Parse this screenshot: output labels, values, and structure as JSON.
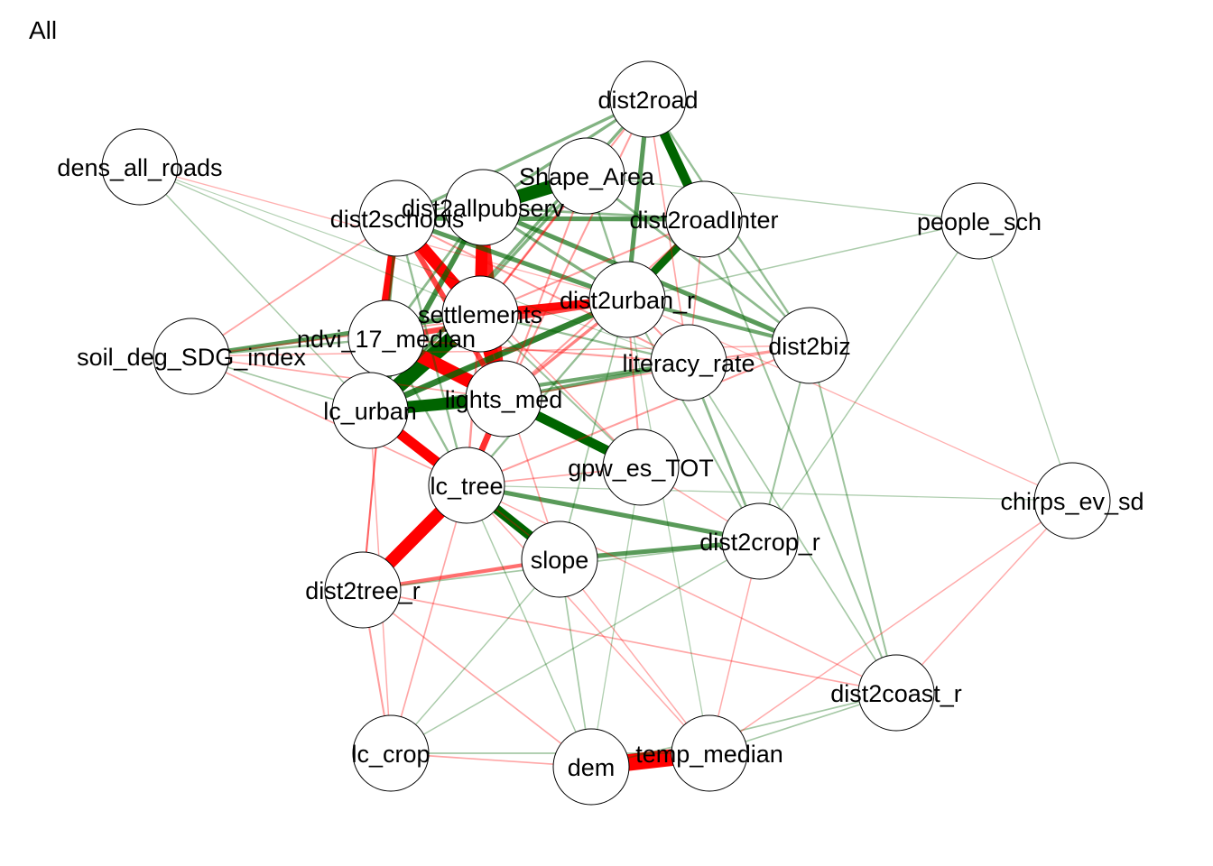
{
  "title": "All",
  "colors": {
    "positive": "#006400",
    "negative": "#FF0000",
    "node_fill": "#FFFFFF",
    "node_stroke": "#000000"
  },
  "nodes": [
    {
      "id": "dist2road",
      "label": "dist2road"
    },
    {
      "id": "dens_all_roads",
      "label": "dens_all_roads"
    },
    {
      "id": "Shape_Area",
      "label": "Shape_Area"
    },
    {
      "id": "dist2allpubserv",
      "label": "dist2allpubserv"
    },
    {
      "id": "dist2schools",
      "label": "dist2schools"
    },
    {
      "id": "dist2roadInter",
      "label": "dist2roadInter"
    },
    {
      "id": "people_sch",
      "label": "people_sch"
    },
    {
      "id": "settlements",
      "label": "settlements"
    },
    {
      "id": "dist2urban_r",
      "label": "dist2urban_r"
    },
    {
      "id": "ndvi_17_median",
      "label": "ndvi_17_median"
    },
    {
      "id": "soil_deg_SDG_index",
      "label": "soil_deg_SDG_index"
    },
    {
      "id": "dist2biz",
      "label": "dist2biz"
    },
    {
      "id": "literacy_rate",
      "label": "literacy_rate"
    },
    {
      "id": "lc_urban",
      "label": "lc_urban"
    },
    {
      "id": "lights_med",
      "label": "lights_med"
    },
    {
      "id": "gpw_es_TOT",
      "label": "gpw_es_TOT"
    },
    {
      "id": "lc_tree",
      "label": "lc_tree"
    },
    {
      "id": "chirps_ev_sd",
      "label": "chirps_ev_sd"
    },
    {
      "id": "slope",
      "label": "slope"
    },
    {
      "id": "dist2crop_r",
      "label": "dist2crop_r"
    },
    {
      "id": "dist2tree_r",
      "label": "dist2tree_r"
    },
    {
      "id": "dist2coast_r",
      "label": "dist2coast_r"
    },
    {
      "id": "lc_crop",
      "label": "lc_crop"
    },
    {
      "id": "dem",
      "label": "dem"
    },
    {
      "id": "temp_median",
      "label": "temp_median"
    }
  ],
  "edges": [
    {
      "from": "ndvi_17_median",
      "to": "lc_urban",
      "sign": "positive",
      "strength": 1.0
    },
    {
      "from": "settlements",
      "to": "lc_urban",
      "sign": "positive",
      "strength": 0.9
    },
    {
      "from": "settlements",
      "to": "lights_med",
      "sign": "negative",
      "strength": 0.85
    },
    {
      "from": "ndvi_17_median",
      "to": "lights_med",
      "sign": "negative",
      "strength": 0.8
    },
    {
      "from": "dist2allpubserv",
      "to": "Shape_Area",
      "sign": "positive",
      "strength": 0.8
    },
    {
      "from": "dem",
      "to": "temp_median",
      "sign": "negative",
      "strength": 1.0
    },
    {
      "from": "lc_tree",
      "to": "dist2tree_r",
      "sign": "negative",
      "strength": 0.75
    },
    {
      "from": "dist2schools",
      "to": "settlements",
      "sign": "negative",
      "strength": 0.7
    },
    {
      "from": "dist2allpubserv",
      "to": "settlements",
      "sign": "negative",
      "strength": 0.7
    },
    {
      "from": "lights_med",
      "to": "lc_urban",
      "sign": "positive",
      "strength": 0.7
    },
    {
      "from": "lc_urban",
      "to": "lc_tree",
      "sign": "negative",
      "strength": 0.6
    },
    {
      "from": "lights_med",
      "to": "gpw_es_TOT",
      "sign": "positive",
      "strength": 0.55
    },
    {
      "from": "lc_tree",
      "to": "slope",
      "sign": "positive",
      "strength": 0.55
    },
    {
      "from": "dist2road",
      "to": "dist2roadInter",
      "sign": "positive",
      "strength": 0.55
    },
    {
      "from": "dist2roadInter",
      "to": "dist2urban_r",
      "sign": "positive",
      "strength": 0.45
    },
    {
      "from": "settlements",
      "to": "dist2urban_r",
      "sign": "negative",
      "strength": 0.45
    },
    {
      "from": "dist2schools",
      "to": "lc_urban",
      "sign": "negative",
      "strength": 0.45
    },
    {
      "from": "dist2allpubserv",
      "to": "lights_med",
      "sign": "negative",
      "strength": 0.4
    },
    {
      "from": "lc_urban",
      "to": "dist2urban_r",
      "sign": "positive",
      "strength": 0.35
    },
    {
      "from": "lights_med",
      "to": "lc_tree",
      "sign": "negative",
      "strength": 0.35
    },
    {
      "from": "ndvi_17_median",
      "to": "dist2urban_r",
      "sign": "negative",
      "strength": 0.3
    },
    {
      "from": "dist2allpubserv",
      "to": "lc_urban",
      "sign": "positive",
      "strength": 0.3
    },
    {
      "from": "dist2schools",
      "to": "lights_med",
      "sign": "negative",
      "strength": 0.3
    },
    {
      "from": "lc_tree",
      "to": "dist2crop_r",
      "sign": "positive",
      "strength": 0.25
    },
    {
      "from": "slope",
      "to": "dist2crop_r",
      "sign": "positive",
      "strength": 0.25
    },
    {
      "from": "dist2tree_r",
      "to": "slope",
      "sign": "negative",
      "strength": 0.2
    },
    {
      "from": "soil_deg_SDG_index",
      "to": "settlements",
      "sign": "positive",
      "strength": 0.25
    },
    {
      "from": "dist2schools",
      "to": "dist2urban_r",
      "sign": "positive",
      "strength": 0.25
    },
    {
      "from": "dist2allpubserv",
      "to": "dist2biz",
      "sign": "positive",
      "strength": 0.25
    },
    {
      "from": "dist2schools",
      "to": "dist2roadInter",
      "sign": "positive",
      "strength": 0.25
    },
    {
      "from": "dist2road",
      "to": "dist2urban_r",
      "sign": "positive",
      "strength": 0.25
    },
    {
      "from": "lights_med",
      "to": "literacy_rate",
      "sign": "positive",
      "strength": 0.2
    },
    {
      "from": "lc_urban",
      "to": "literacy_rate",
      "sign": "positive",
      "strength": 0.2
    },
    {
      "from": "dist2urban_r",
      "to": "dist2biz",
      "sign": "positive",
      "strength": 0.2
    },
    {
      "from": "literacy_rate",
      "to": "dist2crop_r",
      "sign": "positive",
      "strength": 0.12
    },
    {
      "from": "dist2road",
      "to": "dist2schools",
      "sign": "positive",
      "strength": 0.15
    },
    {
      "from": "dist2road",
      "to": "dist2allpubserv",
      "sign": "positive",
      "strength": 0.15
    },
    {
      "from": "dist2road",
      "to": "lc_urban",
      "sign": "positive",
      "strength": 0.15
    },
    {
      "from": "dist2road",
      "to": "dist2biz",
      "sign": "positive",
      "strength": 0.1
    },
    {
      "from": "Shape_Area",
      "to": "lc_urban",
      "sign": "positive",
      "strength": 0.15
    },
    {
      "from": "Shape_Area",
      "to": "dist2biz",
      "sign": "positive",
      "strength": 0.12
    },
    {
      "from": "dist2roadInter",
      "to": "dist2biz",
      "sign": "positive",
      "strength": 0.1
    },
    {
      "from": "dist2roadInter",
      "to": "dist2coast_r",
      "sign": "positive",
      "strength": 0.08
    },
    {
      "from": "dist2biz",
      "to": "dist2coast_r",
      "sign": "positive",
      "strength": 0.08
    },
    {
      "from": "dist2biz",
      "to": "lc_tree",
      "sign": "negative",
      "strength": 0.08
    },
    {
      "from": "dist2biz",
      "to": "dist2crop_r",
      "sign": "positive",
      "strength": 0.08
    },
    {
      "from": "dist2biz",
      "to": "soil_deg_SDG_index",
      "sign": "negative",
      "strength": 0.05
    },
    {
      "from": "people_sch",
      "to": "dist2urban_r",
      "sign": "positive",
      "strength": 0.05
    },
    {
      "from": "people_sch",
      "to": "dist2crop_r",
      "sign": "positive",
      "strength": 0.05
    },
    {
      "from": "people_sch",
      "to": "chirps_ev_sd",
      "sign": "positive",
      "strength": 0.04
    },
    {
      "from": "people_sch",
      "to": "Shape_Area",
      "sign": "positive",
      "strength": 0.04
    },
    {
      "from": "chirps_ev_sd",
      "to": "dist2coast_r",
      "sign": "negative",
      "strength": 0.05
    },
    {
      "from": "chirps_ev_sd",
      "to": "lc_tree",
      "sign": "positive",
      "strength": 0.04
    },
    {
      "from": "chirps_ev_sd",
      "to": "dist2urban_r",
      "sign": "negative",
      "strength": 0.04
    },
    {
      "from": "dens_all_roads",
      "to": "lc_urban",
      "sign": "positive",
      "strength": 0.05
    },
    {
      "from": "dens_all_roads",
      "to": "settlements",
      "sign": "positive",
      "strength": 0.04
    },
    {
      "from": "dens_all_roads",
      "to": "dist2urban_r",
      "sign": "negative",
      "strength": 0.04
    },
    {
      "from": "dens_all_roads",
      "to": "literacy_rate",
      "sign": "positive",
      "strength": 0.03
    },
    {
      "from": "soil_deg_SDG_index",
      "to": "dist2schools",
      "sign": "negative",
      "strength": 0.07
    },
    {
      "from": "soil_deg_SDG_index",
      "to": "dist2urban_r",
      "sign": "negative",
      "strength": 0.07
    },
    {
      "from": "soil_deg_SDG_index",
      "to": "lc_urban",
      "sign": "positive",
      "strength": 0.06
    },
    {
      "from": "soil_deg_SDG_index",
      "to": "lc_tree",
      "sign": "negative",
      "strength": 0.06
    },
    {
      "from": "soil_deg_SDG_index",
      "to": "lights_med",
      "sign": "negative",
      "strength": 0.06
    },
    {
      "from": "dist2tree_r",
      "to": "lc_crop",
      "sign": "negative",
      "strength": 0.08
    },
    {
      "from": "dist2tree_r",
      "to": "dem",
      "sign": "negative",
      "strength": 0.06
    },
    {
      "from": "dist2tree_r",
      "to": "dist2coast_r",
      "sign": "negative",
      "strength": 0.06
    },
    {
      "from": "dist2tree_r",
      "to": "ndvi_17_median",
      "sign": "negative",
      "strength": 0.08
    },
    {
      "from": "dist2tree_r",
      "to": "dist2schools",
      "sign": "negative",
      "strength": 0.08
    },
    {
      "from": "lc_crop",
      "to": "dem",
      "sign": "negative",
      "strength": 0.06
    },
    {
      "from": "lc_crop",
      "to": "temp_median",
      "sign": "positive",
      "strength": 0.06
    },
    {
      "from": "lc_crop",
      "to": "lc_tree",
      "sign": "negative",
      "strength": 0.06
    },
    {
      "from": "lc_crop",
      "to": "lc_urban",
      "sign": "negative",
      "strength": 0.05
    },
    {
      "from": "lc_crop",
      "to": "dist2crop_r",
      "sign": "positive",
      "strength": 0.05
    },
    {
      "from": "lc_crop",
      "to": "slope",
      "sign": "positive",
      "strength": 0.05
    },
    {
      "from": "dem",
      "to": "dist2coast_r",
      "sign": "positive",
      "strength": 0.06
    },
    {
      "from": "dem",
      "to": "slope",
      "sign": "positive",
      "strength": 0.06
    },
    {
      "from": "dem",
      "to": "lc_tree",
      "sign": "positive",
      "strength": 0.05
    },
    {
      "from": "dem",
      "to": "gpw_es_TOT",
      "sign": "positive",
      "strength": 0.04
    },
    {
      "from": "temp_median",
      "to": "dist2coast_r",
      "sign": "positive",
      "strength": 0.06
    },
    {
      "from": "temp_median",
      "to": "chirps_ev_sd",
      "sign": "negative",
      "strength": 0.05
    },
    {
      "from": "temp_median",
      "to": "slope",
      "sign": "negative",
      "strength": 0.05
    },
    {
      "from": "temp_median",
      "to": "lc_tree",
      "sign": "negative",
      "strength": 0.05
    },
    {
      "from": "temp_median",
      "to": "dist2crop_r",
      "sign": "negative",
      "strength": 0.05
    },
    {
      "from": "temp_median",
      "to": "dist2urban_r",
      "sign": "positive",
      "strength": 0.04
    },
    {
      "from": "dist2coast_r",
      "to": "literacy_rate",
      "sign": "positive",
      "strength": 0.06
    },
    {
      "from": "dist2coast_r",
      "to": "lc_tree",
      "sign": "negative",
      "strength": 0.05
    },
    {
      "from": "dist2crop_r",
      "to": "dist2urban_r",
      "sign": "positive",
      "strength": 0.08
    },
    {
      "from": "dist2crop_r",
      "to": "gpw_es_TOT",
      "sign": "negative",
      "strength": 0.05
    },
    {
      "from": "dist2crop_r",
      "to": "dist2tree_r",
      "sign": "positive",
      "strength": 0.06
    },
    {
      "from": "gpw_es_TOT",
      "to": "settlements",
      "sign": "positive",
      "strength": 0.08
    },
    {
      "from": "gpw_es_TOT",
      "to": "dist2urban_r",
      "sign": "negative",
      "strength": 0.08
    },
    {
      "from": "gpw_es_TOT",
      "to": "lc_tree",
      "sign": "negative",
      "strength": 0.06
    },
    {
      "from": "gpw_es_TOT",
      "to": "dist2schools",
      "sign": "negative",
      "strength": 0.06
    },
    {
      "from": "literacy_rate",
      "to": "dist2schools",
      "sign": "negative",
      "strength": 0.08
    },
    {
      "from": "literacy_rate",
      "to": "settlements",
      "sign": "positive",
      "strength": 0.1
    },
    {
      "from": "literacy_rate",
      "to": "ndvi_17_median",
      "sign": "negative",
      "strength": 0.08
    },
    {
      "from": "literacy_rate",
      "to": "dist2road",
      "sign": "negative",
      "strength": 0.06
    },
    {
      "from": "slope",
      "to": "settlements",
      "sign": "negative",
      "strength": 0.06
    },
    {
      "from": "slope",
      "to": "dist2urban_r",
      "sign": "positive",
      "strength": 0.06
    },
    {
      "from": "slope",
      "to": "lc_urban",
      "sign": "negative",
      "strength": 0.06
    },
    {
      "from": "lc_tree",
      "to": "dist2urban_r",
      "sign": "positive",
      "strength": 0.1
    },
    {
      "from": "lc_tree",
      "to": "ndvi_17_median",
      "sign": "positive",
      "strength": 0.1
    },
    {
      "from": "lc_tree",
      "to": "dist2schools",
      "sign": "positive",
      "strength": 0.1
    },
    {
      "from": "lc_tree",
      "to": "settlements",
      "sign": "negative",
      "strength": 0.1
    },
    {
      "from": "dist2allpubserv",
      "to": "dist2roadInter",
      "sign": "positive",
      "strength": 0.12
    },
    {
      "from": "dist2schools",
      "to": "Shape_Area",
      "sign": "positive",
      "strength": 0.1
    },
    {
      "from": "Shape_Area",
      "to": "settlements",
      "sign": "negative",
      "strength": 0.1
    },
    {
      "from": "Shape_Area",
      "to": "dist2urban_r",
      "sign": "positive",
      "strength": 0.1
    },
    {
      "from": "Shape_Area",
      "to": "lights_med",
      "sign": "negative",
      "strength": 0.08
    },
    {
      "from": "dist2road",
      "to": "settlements",
      "sign": "negative",
      "strength": 0.08
    },
    {
      "from": "dist2road",
      "to": "lights_med",
      "sign": "negative",
      "strength": 0.08
    },
    {
      "from": "dist2roadInter",
      "to": "settlements",
      "sign": "negative",
      "strength": 0.08
    },
    {
      "from": "dist2roadInter",
      "to": "lights_med",
      "sign": "negative",
      "strength": 0.08
    },
    {
      "from": "dist2roadInter",
      "to": "literacy_rate",
      "sign": "negative",
      "strength": 0.06
    },
    {
      "from": "dist2urban_r",
      "to": "literacy_rate",
      "sign": "negative",
      "strength": 0.08
    },
    {
      "from": "dist2urban_r",
      "to": "lights_med",
      "sign": "negative",
      "strength": 0.15
    },
    {
      "from": "dist2allpubserv",
      "to": "dist2urban_r",
      "sign": "positive",
      "strength": 0.15
    },
    {
      "from": "dist2schools",
      "to": "ndvi_17_median",
      "sign": "positive",
      "strength": 0.15
    },
    {
      "from": "dist2allpubserv",
      "to": "ndvi_17_median",
      "sign": "positive",
      "strength": 0.12
    },
    {
      "from": "dist2biz",
      "to": "literacy_rate",
      "sign": "negative",
      "strength": 0.08
    },
    {
      "from": "dist2biz",
      "to": "lights_med",
      "sign": "negative",
      "strength": 0.06
    },
    {
      "from": "soil_deg_SDG_index",
      "to": "ndvi_17_median",
      "sign": "positive",
      "strength": 0.1
    }
  ]
}
